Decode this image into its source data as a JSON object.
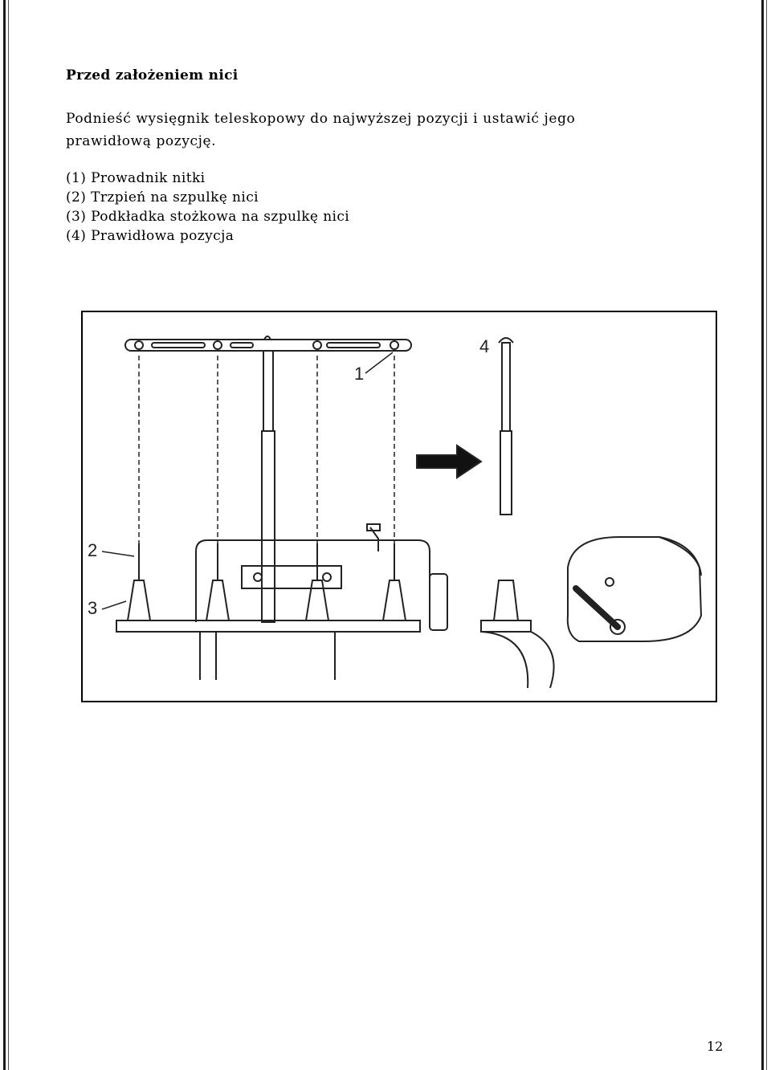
{
  "heading": "Przed założeniem nici",
  "intro": {
    "line1": "Podnieść wysięgnik teleskopowy do najwyższej pozycji i ustawić jego",
    "line2": "prawidłową pozycję."
  },
  "legend": [
    "(1) Prowadnik nitki",
    "(2) Trzpień na szpulkę nici",
    "(3) Podkładka stożkowa na szpulkę nici",
    "(4) Prawidłowa pozycja"
  ],
  "figure": {
    "callouts": [
      "1",
      "2",
      "3",
      "4"
    ]
  },
  "page_number": "12"
}
